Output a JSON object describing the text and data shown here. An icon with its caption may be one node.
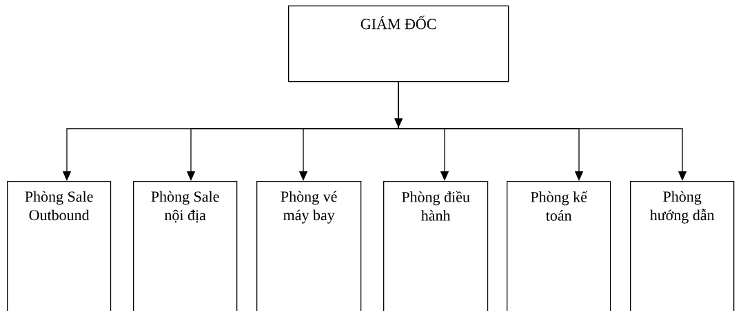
{
  "diagram": {
    "nodes": [
      {
        "text": [
          "GIÁM ĐỐC"
        ]
      },
      {
        "text": [
          "Phòng Sale Outbound"
        ]
      },
      {
        "text": [
          "Phòng Sale nội địa"
        ]
      },
      {
        "text": [
          "Phòng vé máy bay"
        ]
      },
      {
        "text": [
          "Phòng điều hành"
        ]
      },
      {
        "text": [
          "Phòng kế toán"
        ]
      },
      {
        "text": [
          "Phòng hướng dẫn"
        ]
      }
    ],
    "edges": [
      {
        "from": 0,
        "to": 1,
        "arrow": "to"
      },
      {
        "from": 0,
        "to": 2,
        "arrow": "to"
      },
      {
        "from": 0,
        "to": 3,
        "arrow": "to"
      },
      {
        "from": 0,
        "to": 4,
        "arrow": "to"
      },
      {
        "from": 0,
        "to": 5,
        "arrow": "to"
      },
      {
        "from": 0,
        "to": 6,
        "arrow": "to"
      }
    ]
  }
}
